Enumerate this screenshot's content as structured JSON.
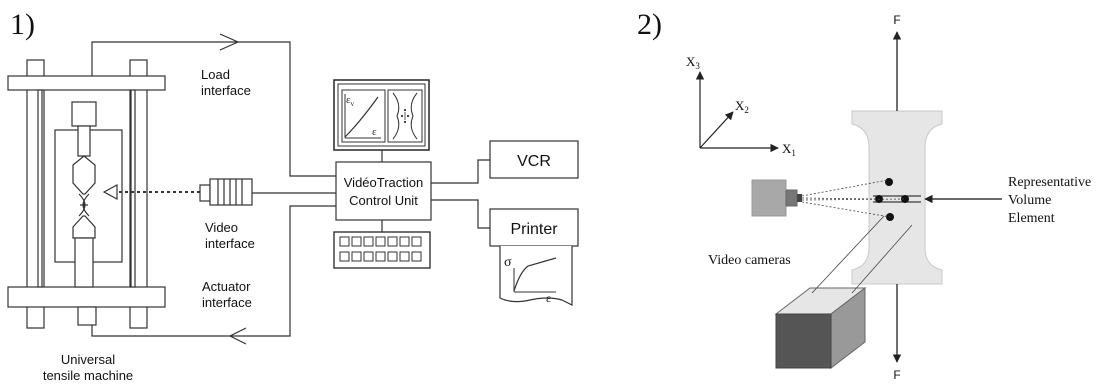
{
  "panels": {
    "left": {
      "number": "1)",
      "machine_label": [
        "Universal",
        "tensile machine"
      ],
      "load_label": [
        "Load",
        "interface"
      ],
      "video_label": [
        "Video",
        "interface"
      ],
      "actuator_label": [
        "Actuator",
        "interface"
      ],
      "control_unit_label": [
        "VidéoTraction",
        "Control Unit"
      ],
      "vcr_label": "VCR",
      "printer_label": "Printer",
      "monitor_axis_y": "ε",
      "monitor_axis_y_sub": "v",
      "monitor_axis_x": "ε",
      "printout_axis_y": "σ",
      "printout_axis_x": "ε"
    },
    "right": {
      "number": "2)",
      "axis_x3": "X",
      "axis_x3_sub": "3",
      "axis_x2": "X",
      "axis_x2_sub": "2",
      "axis_x1": "X",
      "axis_x1_sub": "1",
      "force_top": "F",
      "force_bottom": "F",
      "rve_label": [
        "Representative",
        "Volume",
        "Element"
      ],
      "cameras_label": "Video cameras"
    }
  },
  "colors": {
    "line": "#3a3a3a",
    "specimen": "#e6e6e6",
    "camera_face": "#a8a8a8",
    "box_dark": "#555555"
  }
}
